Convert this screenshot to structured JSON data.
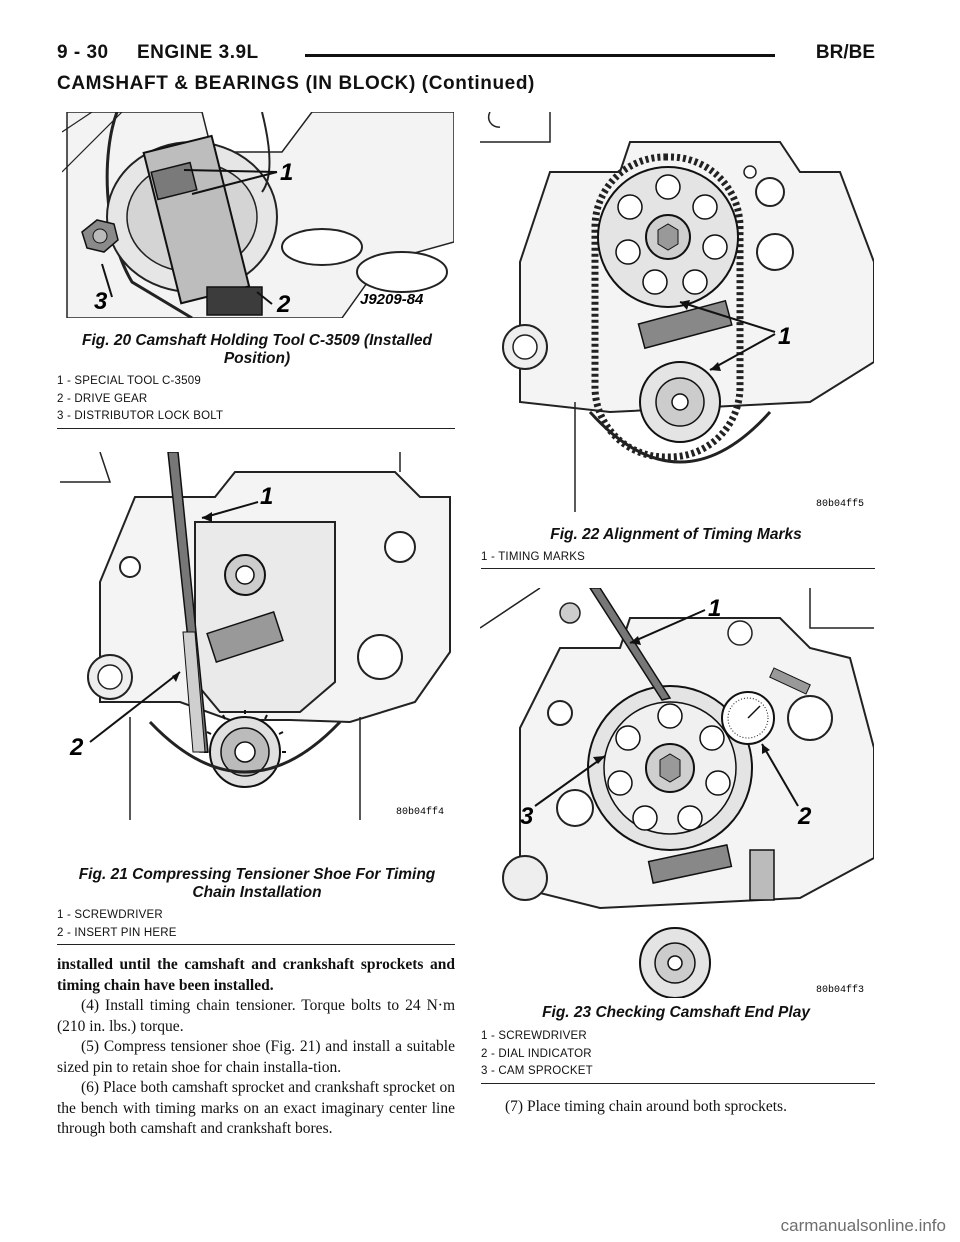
{
  "header": {
    "page_num": "9 - 30",
    "section": "ENGINE 3.9L",
    "model": "BR/BE"
  },
  "section_title": "CAMSHAFT & BEARINGS (IN BLOCK) (Continued)",
  "figures": {
    "fig20": {
      "caption_line1": "Fig. 20 Camshaft Holding Tool C-3509 (Installed",
      "caption_line2": "Position)",
      "legend": [
        "1 - SPECIAL TOOL C-3509",
        "2 - DRIVE GEAR",
        "3 - DISTRIBUTOR LOCK BOLT"
      ],
      "image_code": "J9209-84",
      "callouts": [
        "1",
        "2",
        "3"
      ]
    },
    "fig21": {
      "caption_line1": "Fig. 21 Compressing Tensioner Shoe For Timing",
      "caption_line2": "Chain Installation",
      "legend": [
        "1 - SCREWDRIVER",
        "2 - INSERT PIN HERE"
      ],
      "image_code": "80b04ff4",
      "callouts": [
        "1",
        "2"
      ]
    },
    "fig22": {
      "caption_line1": "Fig. 22 Alignment of Timing Marks",
      "legend": [
        "1 - TIMING MARKS"
      ],
      "image_code": "80b04ff5",
      "callouts": [
        "1"
      ]
    },
    "fig23": {
      "caption_line1": "Fig. 23 Checking Camshaft End Play",
      "legend": [
        "1 - SCREWDRIVER",
        "2 - DIAL INDICATOR",
        "3 - CAM SPROCKET"
      ],
      "image_code": "80b04ff3",
      "callouts": [
        "1",
        "2",
        "3"
      ]
    }
  },
  "body_left": {
    "bold_intro": "installed until the camshaft and crankshaft sprockets and timing chain have been installed.",
    "step4": "(4) Install timing chain tensioner. Torque bolts to 24 N·m (210 in. lbs.) torque.",
    "step5": "(5) Compress tensioner shoe (Fig. 21) and install a suitable sized pin to retain shoe for chain installa-tion.",
    "step6": "(6) Place both camshaft sprocket and crankshaft sprocket on the bench with timing marks on an exact imaginary center line through both camshaft and crankshaft bores."
  },
  "body_right": {
    "step7": "(7) Place timing chain around both sprockets."
  },
  "watermark": "carmanualsonline.info"
}
